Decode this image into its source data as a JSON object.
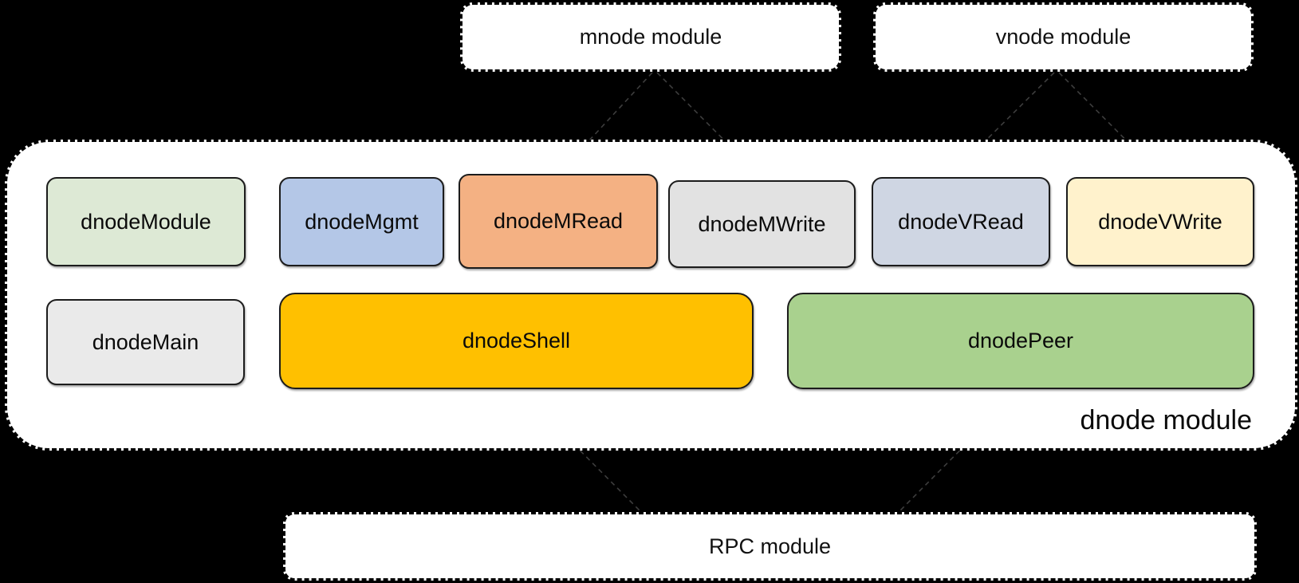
{
  "top_modules": [
    {
      "label": "mnode module"
    },
    {
      "label": "vnode module"
    }
  ],
  "dnode_container": {
    "label": "dnode module",
    "row1": [
      {
        "label": "dnodeModule",
        "color": "#dde9d5"
      },
      {
        "label": "dnodeMgmt",
        "color": "#b4c7e7"
      },
      {
        "label": "dnodeMRead",
        "color": "#f4b183"
      },
      {
        "label": "dnodeMWrite",
        "color": "#e2e2e2"
      },
      {
        "label": "dnodeVRead",
        "color": "#cfd6e3"
      },
      {
        "label": "dnodeVWrite",
        "color": "#fff2cc"
      }
    ],
    "row2": [
      {
        "label": "dnodeMain",
        "color": "#eaeaea"
      },
      {
        "label": "dnodeShell",
        "color": "#ffc000"
      },
      {
        "label": "dnodePeer",
        "color": "#a9d18e"
      }
    ]
  },
  "rpc_module": {
    "label": "RPC module"
  },
  "colors": {
    "background": "#000000",
    "module_fill": "#ffffff",
    "box_border": "#1c1c1c",
    "dashed_border": "#000000",
    "connector": "#3d3d3d"
  }
}
